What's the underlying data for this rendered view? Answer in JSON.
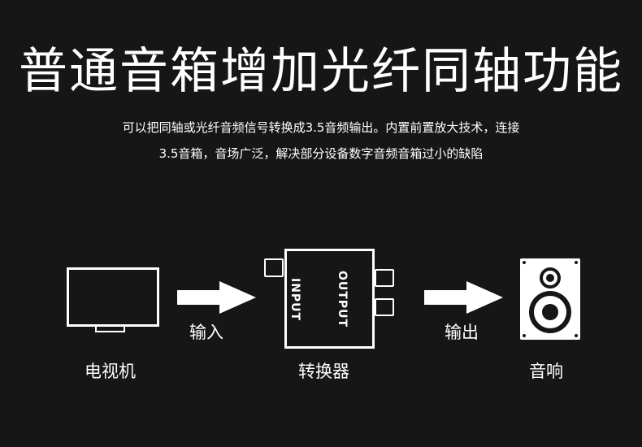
{
  "title": "普通音箱增加光纤同轴功能",
  "description": {
    "line1": "可以把同轴或光纤音频信号转换成3.5音频输出。内置前置放大技术，连接",
    "line2": "3.5音箱，音场广泛，解决部分设备数字音频音箱过小的缺陷"
  },
  "diagram": {
    "tv_label": "电视机",
    "input_label": "输入",
    "converter_label": "转换器",
    "converter_input_port": "INPUT",
    "converter_output_port": "OUTPUT",
    "output_label": "输出",
    "speaker_label": "音响"
  },
  "colors": {
    "background": "#161616",
    "foreground": "#ffffff"
  }
}
